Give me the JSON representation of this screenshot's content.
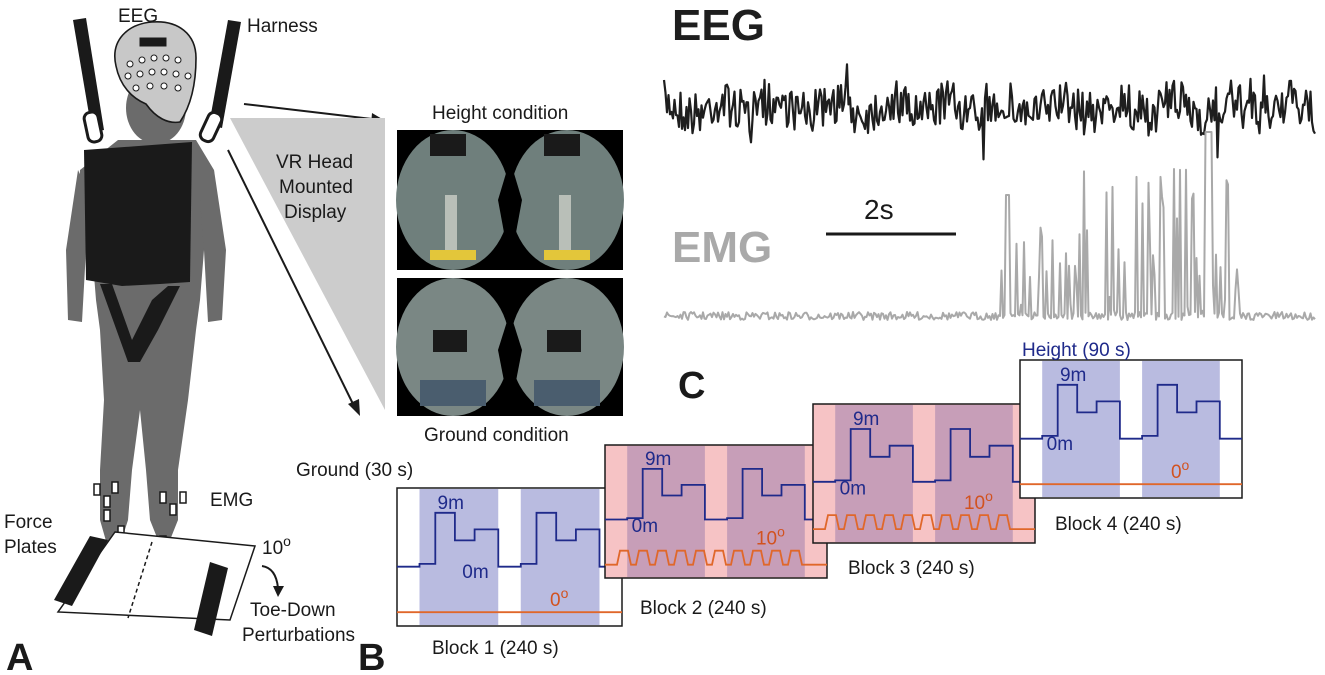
{
  "panel_letters": {
    "a": "A",
    "b": "B",
    "c": "C"
  },
  "setup": {
    "eeg_label": "EEG",
    "harness_label": "Harness",
    "vr_label": [
      "VR Head",
      "Mounted",
      "Display"
    ],
    "emg_label": "EMG",
    "force_plates_label": [
      "Force",
      "Plates"
    ],
    "angle_label": "10",
    "angle_sup": "o",
    "perturbation_label": [
      "Toe-Down",
      "Perturbations"
    ],
    "height_condition": "Height condition",
    "ground_condition": "Ground condition"
  },
  "signals": {
    "eeg_title": "EEG",
    "emg_title": "EMG",
    "scale_label": "2s"
  },
  "protocol": {
    "ground_label": "Ground (30 s)",
    "height_label": "Height (90 s)",
    "height_top": "9m",
    "height_bottom": "0m",
    "angle_sup": "o",
    "blocks": [
      {
        "label": "Block 1 (240 s)",
        "angle": "0",
        "perturbed": false
      },
      {
        "label": "Block 2 (240 s)",
        "angle": "10",
        "perturbed": true
      },
      {
        "label": "Block 3 (240 s)",
        "angle": "10",
        "perturbed": true
      },
      {
        "label": "Block 4 (240 s)",
        "angle": "0",
        "perturbed": false
      }
    ]
  },
  "colors": {
    "height_shade": "#b9bbe0",
    "ground_shade": "#f6c3c5",
    "blue_trace": "#1f2a8a",
    "orange_trace": "#e0672a",
    "eeg_trace": "#1e1e1e",
    "emg_trace": "#a9a9a9"
  }
}
